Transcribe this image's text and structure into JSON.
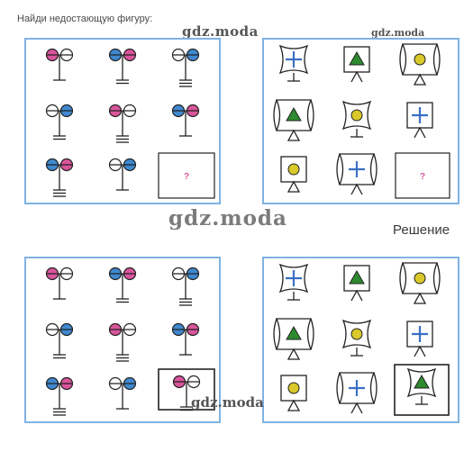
{
  "prompt_text": "Найди недостающую фигуру:",
  "watermark": "gdz.moda",
  "solution_label": "Решение",
  "missing_mark": "?",
  "colors": {
    "panel_border": "#7fb3e3",
    "pink": "#d9559c",
    "blue": "#3f88cf",
    "green": "#2e8a2e",
    "yellow": "#d9c92a",
    "plus": "#3a6fc4",
    "missing_mark": "#d9559c"
  },
  "puzzle_left": {
    "description_icons": "lollipop-figure",
    "rows": [
      [
        [
          "pink",
          "open",
          "single"
        ],
        [
          "blue",
          "pink",
          "double"
        ],
        [
          "open",
          "blue",
          "triple"
        ]
      ],
      [
        [
          "open",
          "blue",
          "double"
        ],
        [
          "pink",
          "open",
          "triple"
        ],
        [
          "blue",
          "pink",
          "single"
        ]
      ],
      [
        [
          "blue",
          "pink",
          "triple"
        ],
        [
          "open",
          "blue",
          "single"
        ],
        [
          "missing"
        ]
      ]
    ]
  },
  "puzzle_right": {
    "rows": [
      [
        [
          "square-concave",
          "plus",
          "stem"
        ],
        [
          "square",
          "green-triangle",
          "caret"
        ],
        [
          "barrel",
          "yellow-circle",
          "triangle"
        ]
      ],
      [
        [
          "barrel",
          "green-triangle",
          "triangle"
        ],
        [
          "square-concave",
          "yellow-circle",
          "stem"
        ],
        [
          "square",
          "plus",
          "caret"
        ]
      ],
      [
        [
          "square",
          "yellow-circle",
          "triangle"
        ],
        [
          "barrel",
          "plus",
          "caret"
        ],
        [
          "missing"
        ]
      ]
    ]
  },
  "solution_left_answer": [
    "pink",
    "open",
    "double"
  ],
  "solution_right_answer": [
    "square-concave",
    "green-triangle",
    "stem"
  ]
}
